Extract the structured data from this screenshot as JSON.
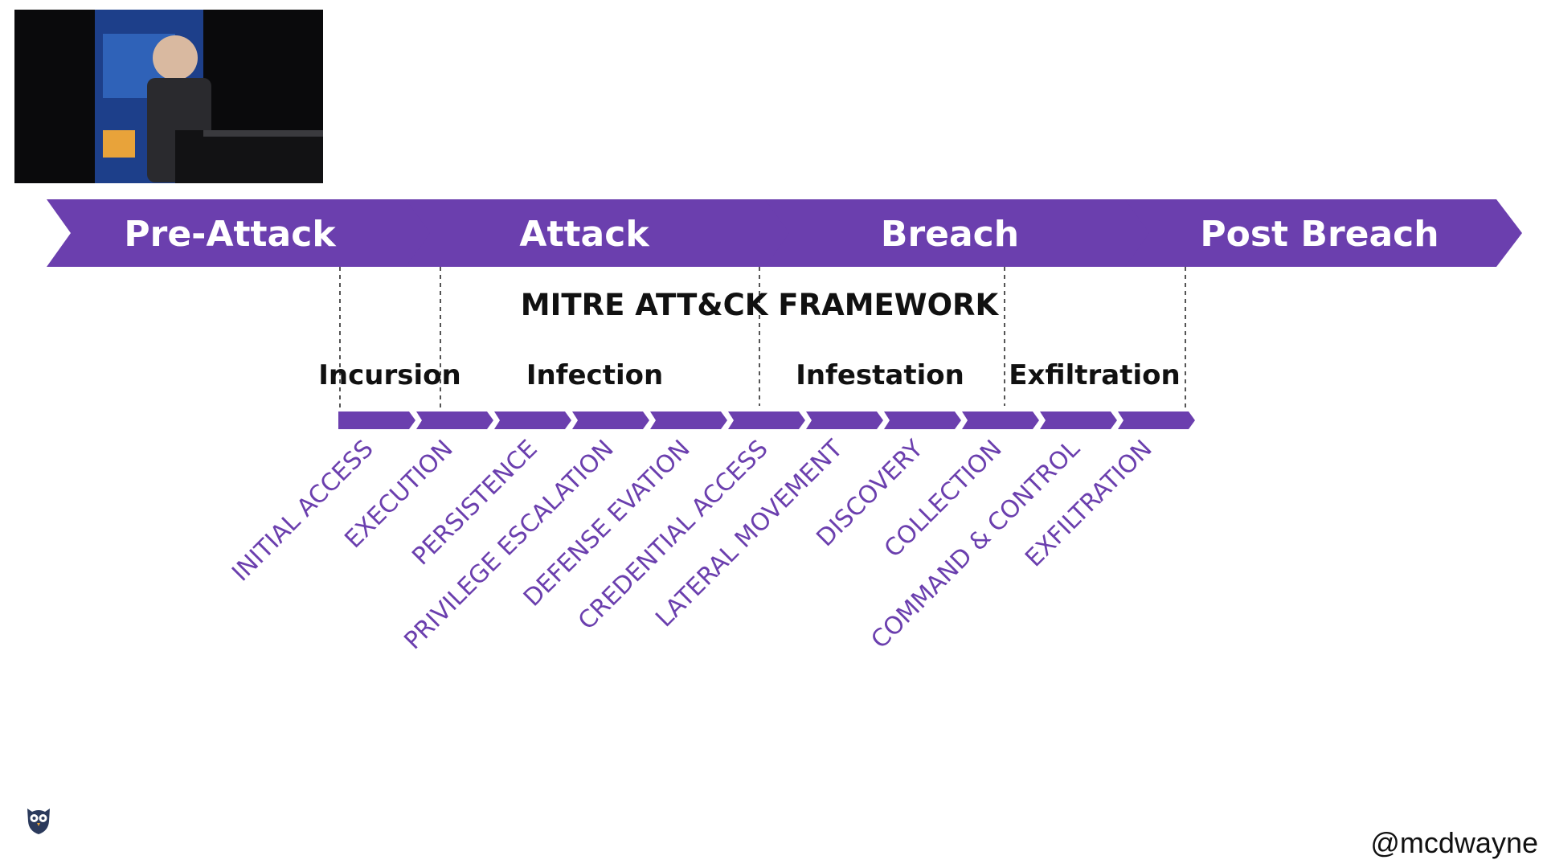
{
  "phases": [
    "Pre-Attack",
    "Attack",
    "Breach",
    "Post Breach"
  ],
  "framework_title": "MITRE ATT&CK FRAMEWORK",
  "stages": [
    "Incursion",
    "Infection",
    "Infestation",
    "Exfiltration"
  ],
  "tactics": [
    "INITIAL ACCESS",
    "EXECUTION",
    "PERSISTENCE",
    "PRIVILEGE ESCALATION",
    "DEFENSE EVATION",
    "CREDENTIAL ACCESS",
    "LATERAL MOVEMENT",
    "DISCOVERY",
    "COLLECTION",
    "COMMAND & CONTROL",
    "EXFILTRATION"
  ],
  "handle": "@mcdwayne",
  "colors": {
    "accent": "#6B3FAE",
    "phase_text": "#ffffff",
    "label_text": "#111111",
    "dashed": "#555555"
  }
}
